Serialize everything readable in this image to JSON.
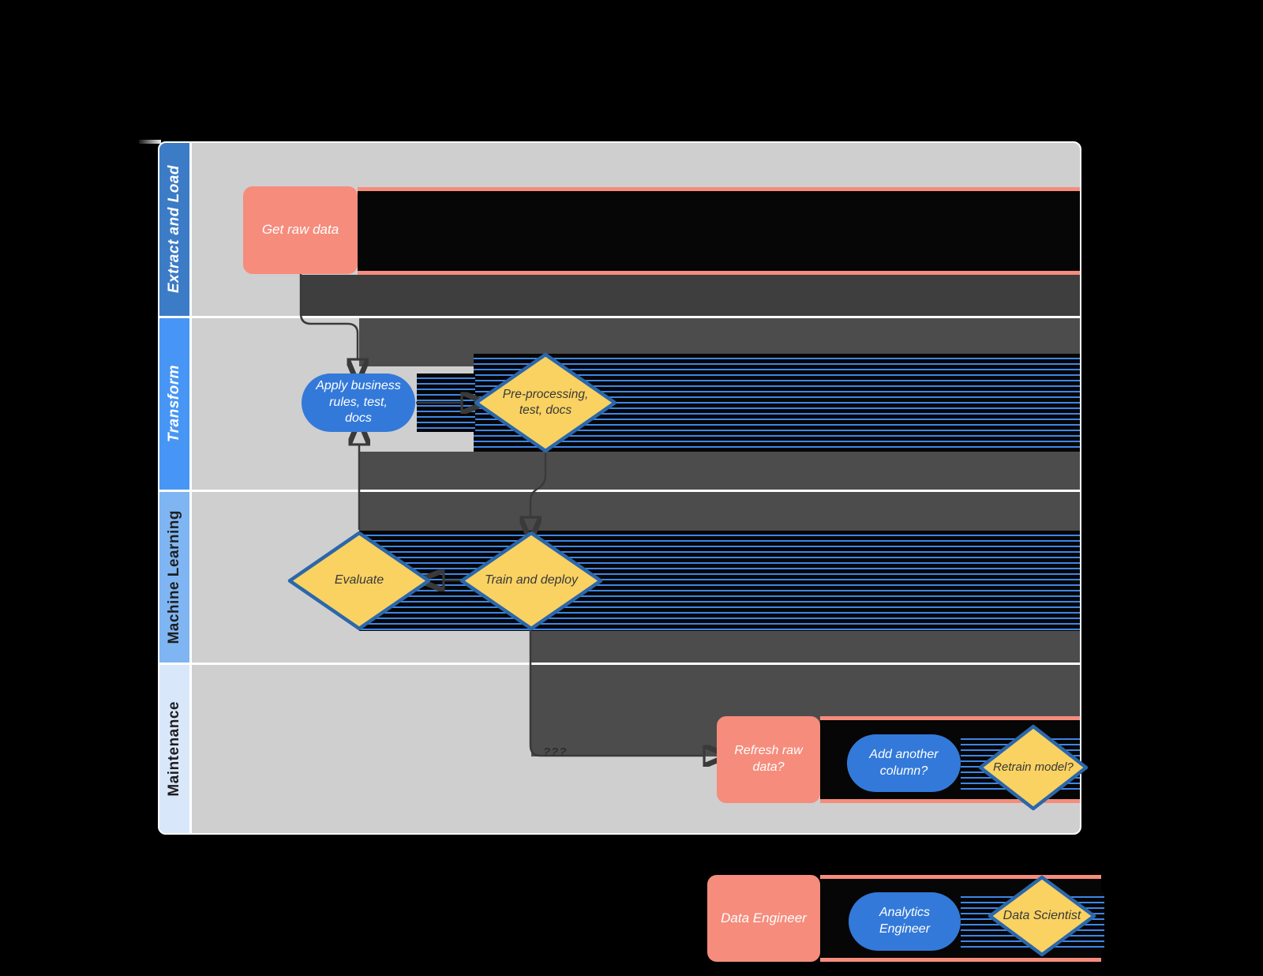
{
  "diagram": {
    "title_hint": "ELT + ML pipeline swimlane flowchart",
    "lanes": [
      {
        "label": "Extract and Load"
      },
      {
        "label": "Transform"
      },
      {
        "label": "Machine Learning"
      },
      {
        "label": "Maintenance"
      }
    ],
    "nodes": {
      "get_raw_data": {
        "label": "Get raw data"
      },
      "apply_business_rules": {
        "label": "Apply business\nrules, test,\ndocs"
      },
      "preprocessing": {
        "label": "Pre-processing,\ntest, docs"
      },
      "evaluate": {
        "label": "Evaluate"
      },
      "train_deploy": {
        "label": "Train and deploy"
      },
      "refresh_raw_data": {
        "label": "Refresh raw\ndata?"
      },
      "add_column": {
        "label": "Add another\ncolumn?"
      },
      "retrain_model": {
        "label": "Retrain model?"
      }
    },
    "edges": [
      {
        "from": "get_raw_data",
        "to": "apply_business_rules",
        "label": ""
      },
      {
        "from": "apply_business_rules",
        "to": "preprocessing",
        "label": ""
      },
      {
        "from": "preprocessing",
        "to": "train_deploy",
        "label": ""
      },
      {
        "from": "train_deploy",
        "to": "evaluate",
        "label": ""
      },
      {
        "from": "evaluate",
        "to": "apply_business_rules",
        "label": ""
      },
      {
        "from": "train_deploy",
        "to": "refresh_raw_data",
        "label": "???"
      }
    ],
    "edge_label": "???"
  },
  "legend": {
    "items": [
      {
        "label": "Data Engineer"
      },
      {
        "label": "Analytics\nEngineer"
      },
      {
        "label": "Data Scientist"
      }
    ]
  },
  "colors": {
    "canvas_bg": "#000000",
    "lane_body": "#CFCFCF",
    "lane_headers": [
      "#3C7CC6",
      "#4796F5",
      "#7FB5F2",
      "#D9E7FA"
    ],
    "process_fill": "#F68C7C",
    "subprocess_fill": "#3379D9",
    "decision_fill": "#F9D262",
    "decision_border": "#2B67AB",
    "arrow": "#3A3A3A",
    "artifact_dark": "#4C4C4C",
    "artifact_black": "#060606",
    "artifact_stripe_blue": "#3E86E8"
  }
}
